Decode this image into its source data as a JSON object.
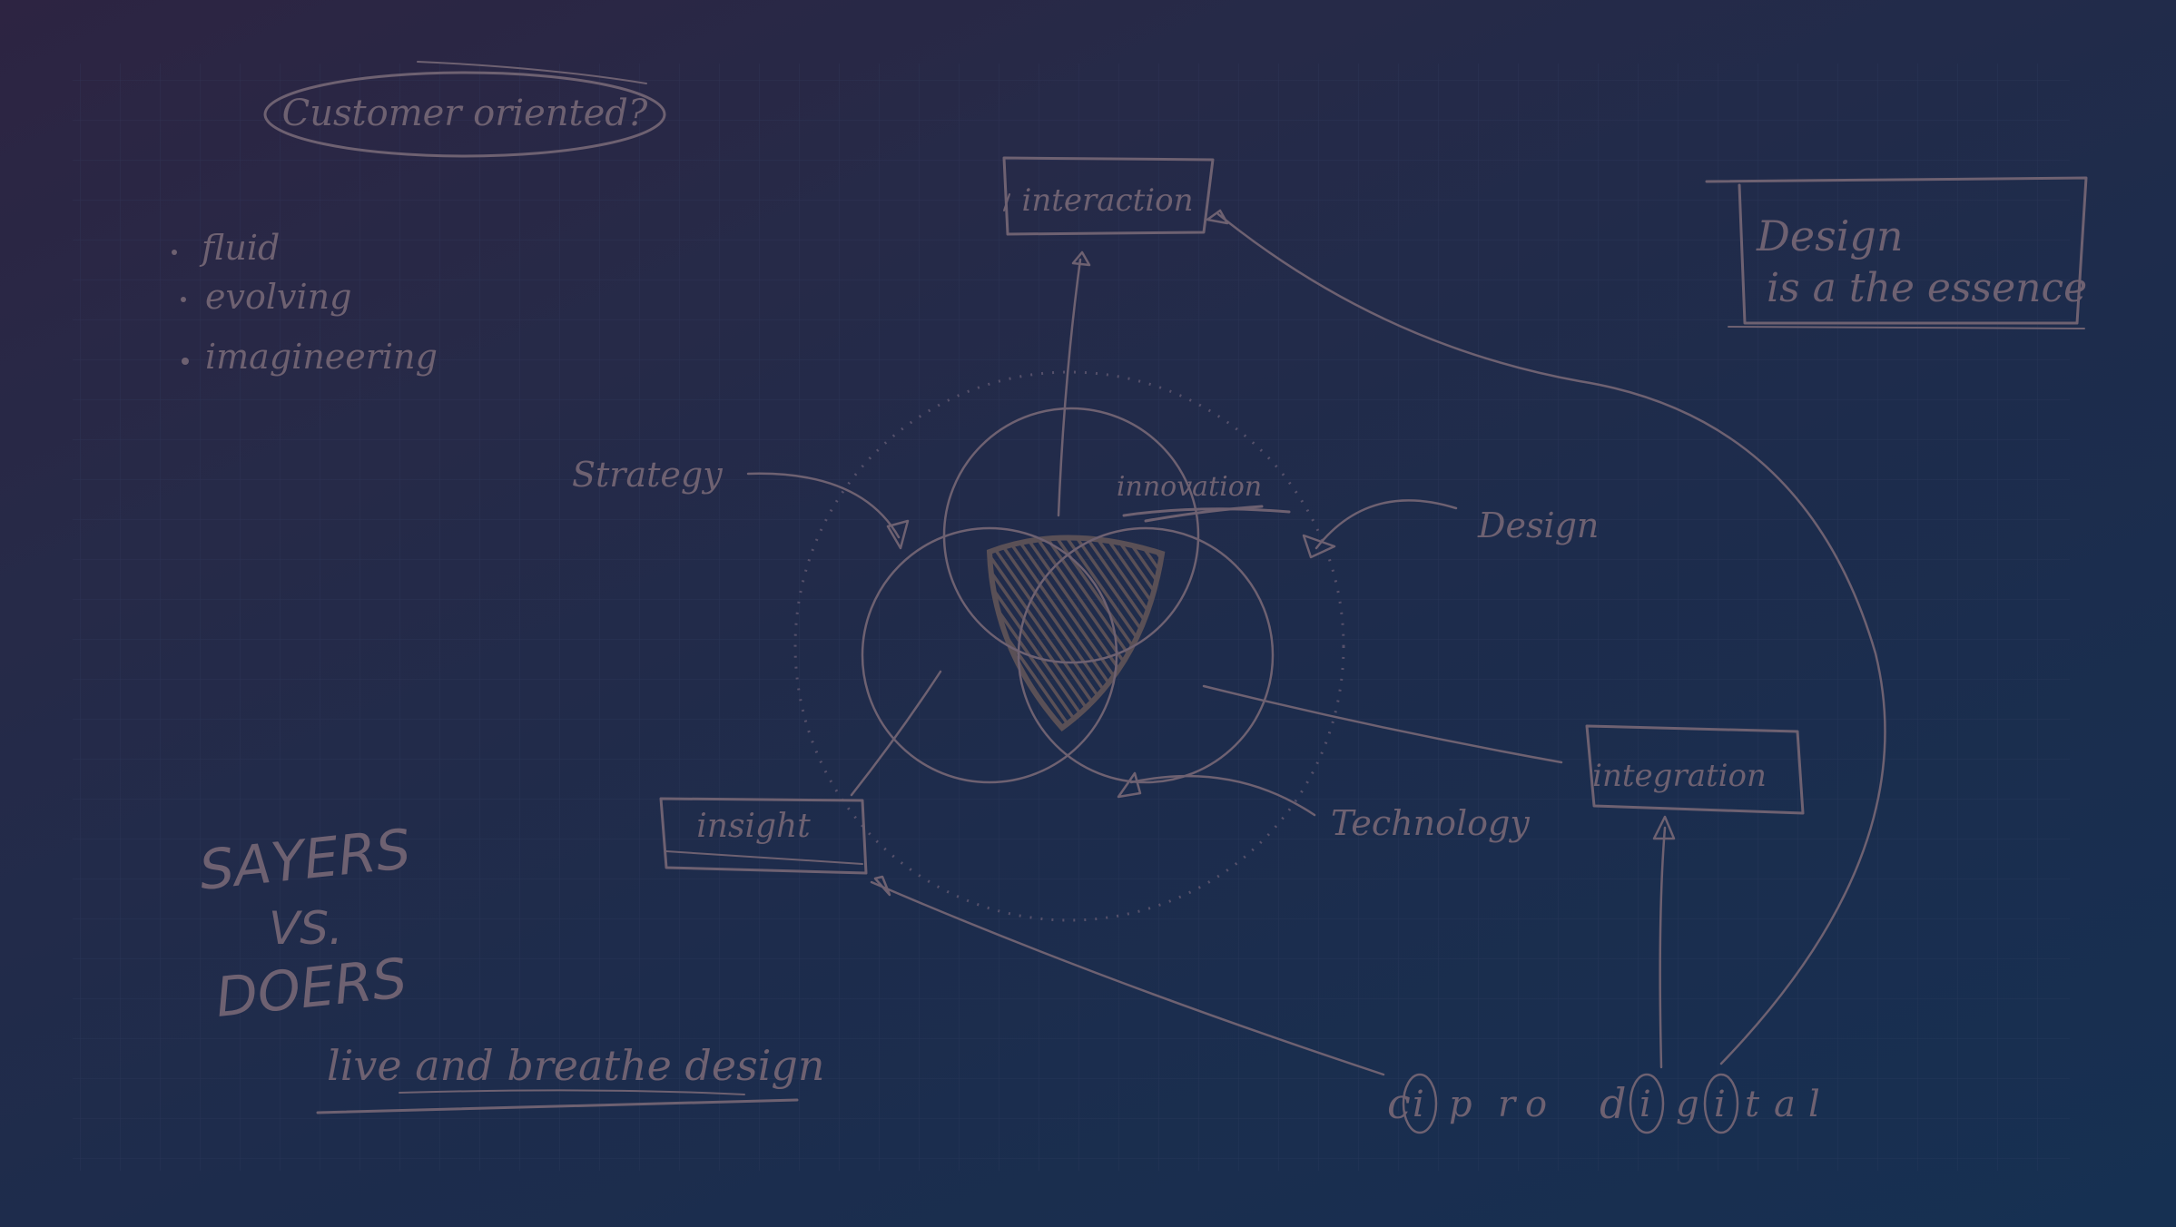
{
  "board": {
    "headline_bubble": "Customer oriented?",
    "bullets": [
      "fluid",
      "evolving",
      "imagineering"
    ],
    "sidebox": {
      "line1": "Design",
      "line2": "is a the essence"
    },
    "sayers": {
      "line1": "SAYERS",
      "line2": "VS.",
      "line3": "DOERS"
    },
    "motto": "live and breathe design"
  },
  "diagram": {
    "center_label": "innovation",
    "forces": {
      "strategy": "Strategy",
      "design": "Design",
      "technology": "Technology"
    },
    "boxes": {
      "interaction": "interaction",
      "insight": "insight",
      "integration": "integration"
    }
  },
  "brand": {
    "letters": [
      "c",
      "i",
      "p",
      "r",
      "o",
      "d",
      "i",
      "g",
      "i",
      "t",
      "a",
      "l"
    ]
  },
  "colors": {
    "ink": "#6e6171",
    "background_top": "#2d2442",
    "background_bottom": "#163052"
  }
}
